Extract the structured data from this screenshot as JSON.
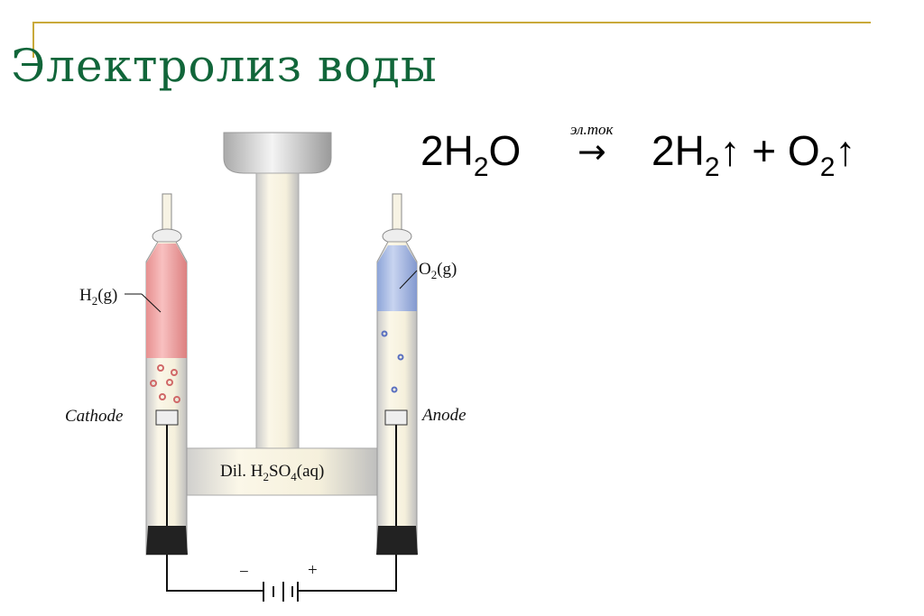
{
  "title": "Электролиз воды",
  "equation": {
    "reactant_coef": "2H",
    "reactant_sub": "2",
    "reactant_tail": "O",
    "condition": "эл.ток",
    "arrow": "→",
    "product1_coef": "2H",
    "product1_sub": "2",
    "product1_tail": "↑ + O",
    "product2_sub": "2",
    "product2_tail": "↑"
  },
  "diagram": {
    "h2_label": "H",
    "h2_sub": "2",
    "h2_tail": "(g)",
    "o2_label": "O",
    "o2_sub": "2",
    "o2_tail": "(g)",
    "cathode": "Cathode",
    "anode": "Anode",
    "electrolyte_a": "Dil. H",
    "electrolyte_sub1": "2",
    "electrolyte_b": "SO",
    "electrolyte_sub2": "4",
    "electrolyte_c": "(aq)",
    "minus": "−",
    "plus": "+",
    "colors": {
      "h2": "#f0a0a0",
      "o2": "#a9bde6",
      "glass": "#f7f3e4",
      "stopper": "#222222"
    }
  }
}
